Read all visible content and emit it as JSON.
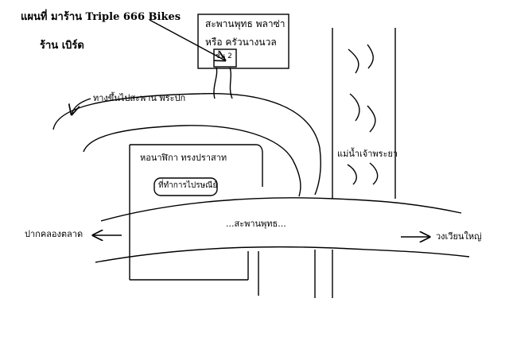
{
  "map": {
    "title": "แผนที่ มาร้าน Triple 666 Bikes",
    "shop_name": "ร้าน เบิร์ด",
    "plaza_name": "สะพานพุทธ พลาซ่า",
    "plaza_alt": "หรือ ครัวนางนวล",
    "floor_label": "ชั้น 2",
    "bridge_ramp": "ทางขึ้นไปสะพาน พระปก",
    "hall_name": "หอนาฬิกา ทรงปราสาท",
    "post_office": "ที่ทำการไปรษณีย์",
    "river_name": "แม่น้ำเจ้าพระยา",
    "bridge_name": "...สะพานพุทธ...",
    "direction_left": "ปากคลองตลาด",
    "direction_right": "วงเวียนใหญ่"
  }
}
